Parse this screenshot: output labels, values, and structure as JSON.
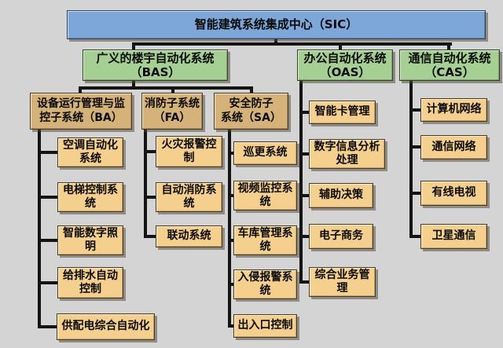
{
  "colors": {
    "background": "#d4d4d4",
    "root_fill": "#7da7d8",
    "root_border": "#33415e",
    "level2_fill": "#a6cf94",
    "level2_border": "#2f4527",
    "level3_fill": "#d4b279",
    "level3_border": "#4a3a1e",
    "leaf_fill": "#f4cf8e",
    "leaf_border": "#4a3a1e",
    "line": "#141414"
  },
  "diagram": {
    "root": {
      "label": "智能建筑系统集成中心（SIC）"
    },
    "bas": {
      "label": "广义的楼宇自动化系统\n（BAS）",
      "ba": {
        "label": "设备运行管理与监\n控子系统（BA）",
        "items": [
          "空调自动化\n系统",
          "电梯控制系\n统",
          "智能数字照\n明",
          "给排水自动\n控制",
          "供配电综合自动化"
        ]
      },
      "fa": {
        "label": "消防子系统\n（FA）",
        "items": [
          "火灾报警控\n制",
          "自动消防系\n统",
          "联动系统"
        ]
      },
      "sa": {
        "label": "安全防子\n系统（SA）",
        "items": [
          "巡更系统",
          "视频监控系\n统",
          "车库管理系\n统",
          "入侵报警系\n统",
          "出入口控制"
        ]
      }
    },
    "oas": {
      "label": "办公自动化系统\n（OAS）",
      "items": [
        "智能卡管理",
        "数字信息分析\n处理",
        "辅助决策",
        "电子商务",
        "综合业务管\n理"
      ]
    },
    "cas": {
      "label": "通信自动化系统\n（CAS）",
      "items": [
        "计算机网络",
        "通信网络",
        "有线电视",
        "卫星通信"
      ]
    }
  }
}
